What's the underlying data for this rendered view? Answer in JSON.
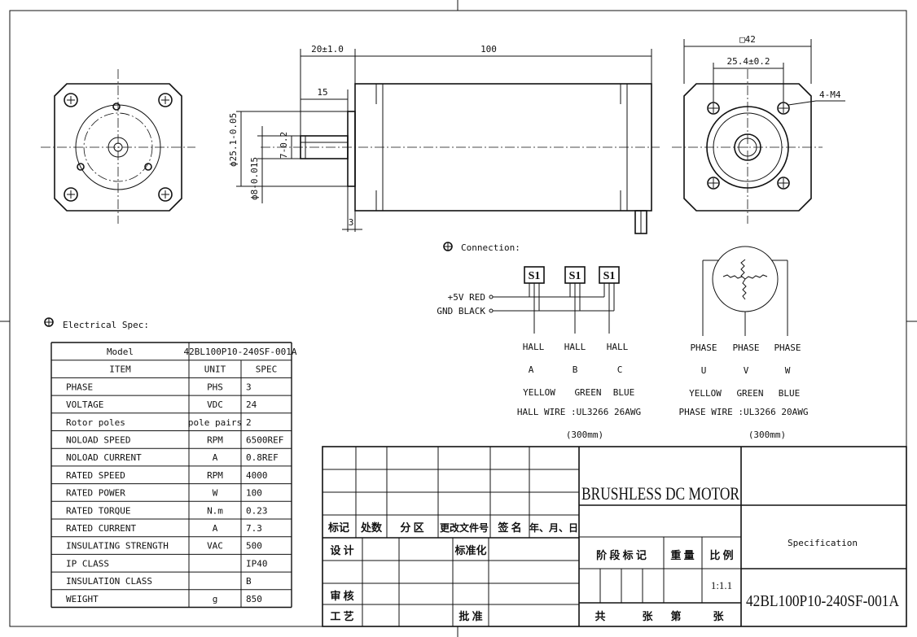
{
  "dimensions": {
    "shaft_ext": "20±1.0",
    "body_len": "100",
    "key_len": "15",
    "flange_dia": "ϕ25.1-0.05",
    "shaft_dia": "ϕ8-0.015",
    "flat": "7-0.2",
    "flange_thk": "3",
    "square": "□42",
    "bolt_spacing": "25.4±0.2",
    "holes": "4-M4"
  },
  "connection": {
    "title": "Connection:",
    "s_labels": [
      "S1",
      "S1",
      "S1"
    ],
    "power": [
      "+5V  RED",
      "GND BLACK"
    ],
    "hall_labels": [
      "HALL",
      "HALL",
      "HALL"
    ],
    "hall_letters": [
      "A",
      "B",
      "C"
    ],
    "hall_colors": [
      "YELLOW",
      "GREEN",
      "BLUE"
    ],
    "hall_wire": "HALL WIRE :UL3266 26AWG",
    "hall_len": "(300mm)",
    "phase_labels": [
      "PHASE",
      "PHASE",
      "PHASE"
    ],
    "phase_letters": [
      "U",
      "V",
      "W"
    ],
    "phase_colors": [
      "YELLOW",
      "GREEN",
      "BLUE"
    ],
    "phase_wire": "PHASE WIRE :UL3266 20AWG",
    "phase_len": "(300mm)"
  },
  "spec": {
    "title": "Electrical Spec:",
    "model_label": "Model",
    "model_value": "42BL100P10-240SF-001A",
    "headers": [
      "ITEM",
      "UNIT",
      "SPEC"
    ],
    "rows": [
      [
        "PHASE",
        "PHS",
        "3"
      ],
      [
        "VOLTAGE",
        "VDC",
        "24"
      ],
      [
        "Rotor poles",
        "pole pairs",
        "2"
      ],
      [
        "NOLOAD SPEED",
        "RPM",
        "6500REF"
      ],
      [
        "NOLOAD CURRENT",
        "A",
        "0.8REF"
      ],
      [
        "RATED SPEED",
        "RPM",
        "4000"
      ],
      [
        "RATED POWER",
        "W",
        "100"
      ],
      [
        "RATED TORQUE",
        "N.m",
        "0.23"
      ],
      [
        "RATED CURRENT",
        "A",
        "7.3"
      ],
      [
        "INSULATING STRENGTH",
        "VAC",
        "500"
      ],
      [
        "IP CLASS",
        "",
        "IP40"
      ],
      [
        "INSULATION CLASS",
        "",
        "B"
      ],
      [
        "WEIGHT",
        "g",
        "850"
      ]
    ]
  },
  "title_block": {
    "product": "BRUSHLESS DC MOTOR",
    "doc_type": "Specification",
    "part_no": "42BL100P10-240SF-001A",
    "scale": "1:1.1",
    "rev_headers": [
      "标记",
      "处数",
      "分 区",
      "更改文件号",
      "签 名",
      "年、月、日"
    ],
    "design": "设 计",
    "standard": "标准化",
    "review": "审 核",
    "process": "工 艺",
    "approve": "批 准",
    "stage_mark": "阶 段 标 记",
    "weight": "重 量",
    "ratio": "比 例",
    "sheets_total": "共",
    "sheet_word1": "张",
    "sheet_no": "第",
    "sheet_word2": "张"
  }
}
